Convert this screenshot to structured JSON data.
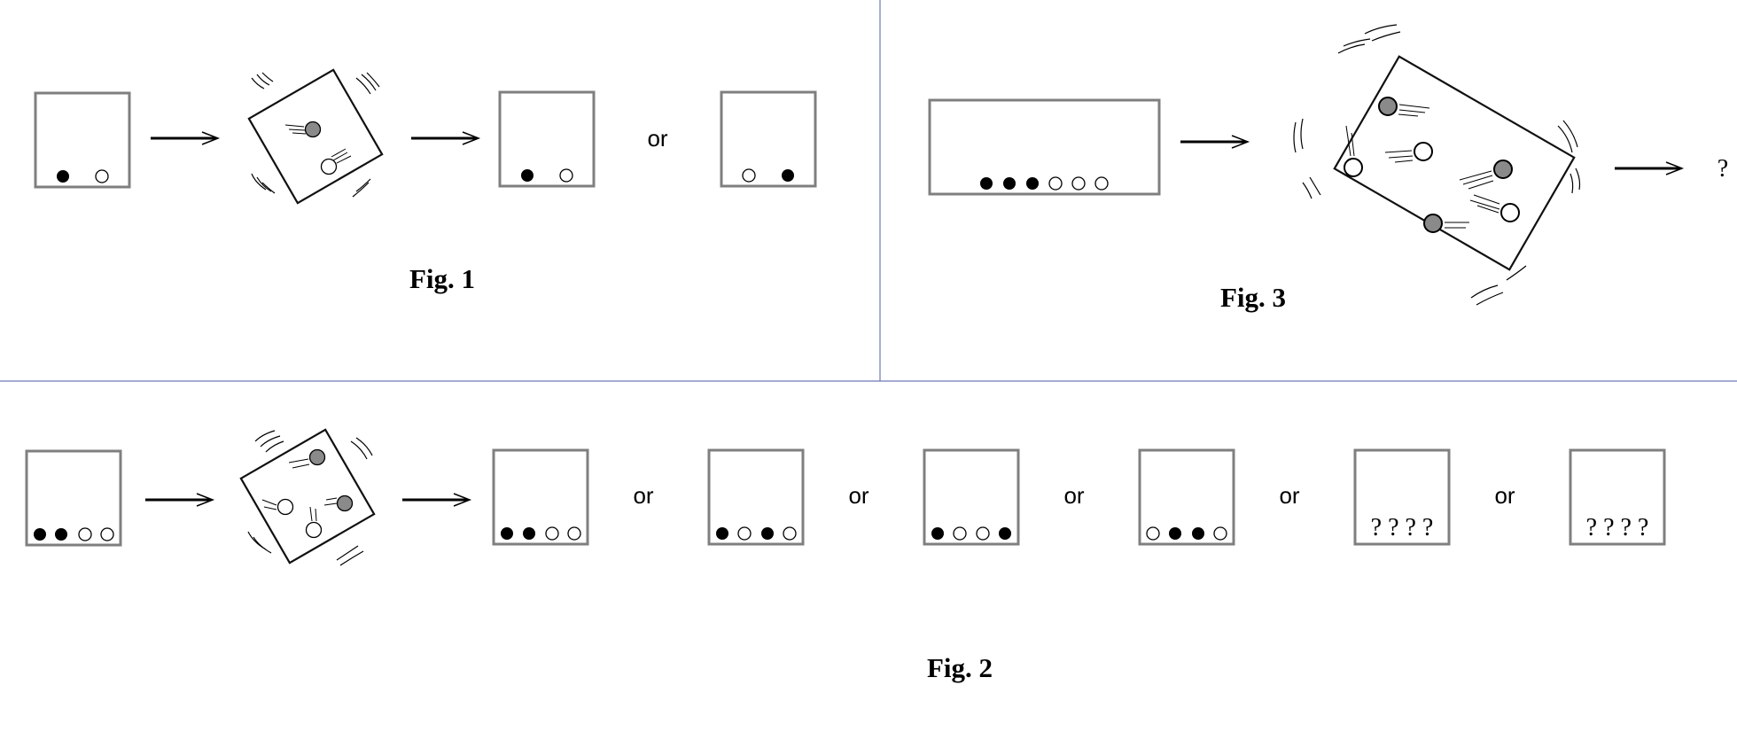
{
  "fig1": {
    "caption": "Fig. 1",
    "or": "or"
  },
  "fig2": {
    "caption": "Fig. 2",
    "or": "or",
    "unknown": "? ? ? ?"
  },
  "fig3": {
    "caption": "Fig. 3",
    "result": "?"
  },
  "colors": {
    "divider": "#6f7ab8",
    "box_stroke": "#7f7f7f",
    "gray_ball": "#8a8a8a"
  }
}
